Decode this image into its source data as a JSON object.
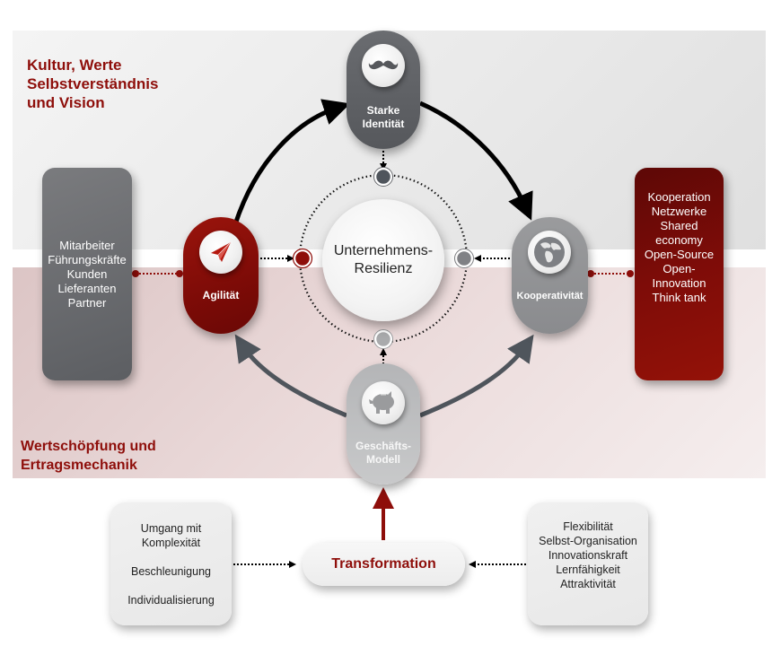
{
  "bands": {
    "top_label_lines": [
      "Kultur, Werte",
      "Selbstverständnis",
      "und Vision"
    ],
    "bottom_label_lines": [
      "Wertschöpfung und",
      "Ertragsmechanik"
    ]
  },
  "left_box": {
    "items": [
      "Mitarbeiter",
      "Führungskräfte",
      "Kunden",
      "Lieferanten",
      "Partner"
    ]
  },
  "right_box": {
    "items": [
      "Kooperation",
      "Netzwerke",
      "Shared",
      "economy",
      "Open-Source",
      "Open-",
      "Innovation",
      "Think tank"
    ]
  },
  "nodes": {
    "identity": {
      "label_lines": [
        "Starke",
        "Identität"
      ],
      "icon": "mustache-icon"
    },
    "agility": {
      "label_lines": [
        "Agilität"
      ],
      "icon": "paper-plane-icon"
    },
    "cooperation": {
      "label_lines": [
        "Kooperativität"
      ],
      "icon": "globe-icon"
    },
    "business": {
      "label_lines": [
        "Geschäfts-",
        "Modell"
      ],
      "icon": "piggy-bank-icon"
    }
  },
  "center": {
    "label_lines": [
      "Unternehmens-",
      "Resilienz"
    ]
  },
  "transformation": {
    "label": "Transformation"
  },
  "bottom_left_box": {
    "items": [
      "Umgang mit",
      "Komplexität",
      "Beschleunigung",
      "Individualisierung"
    ]
  },
  "bottom_right_box": {
    "items": [
      "Flexibilität",
      "Selbst-Organisation",
      "Innovationskraft",
      "Lernfähigkeit",
      "Attraktivität"
    ]
  },
  "colors": {
    "brand_red": "#8e0e0a",
    "dark_gray": "#56585c",
    "mid_gray": "#8a8b8e",
    "light_gray": "#b4b5b7",
    "arrow_black": "#000000",
    "arrow_gray": "#4f555c"
  }
}
